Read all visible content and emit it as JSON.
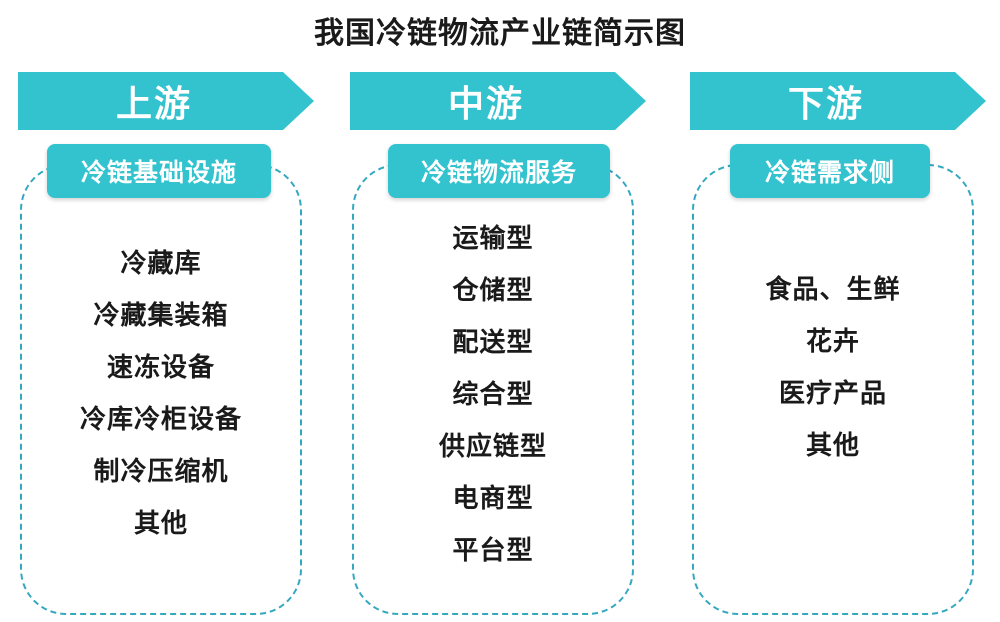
{
  "title": "我国冷链物流产业链简示图",
  "colors": {
    "accent": "#33c3cf",
    "dashed_border": "#33a8bf",
    "text": "#1a1a1a"
  },
  "columns": [
    {
      "header": "上游",
      "category": "冷链基础设施",
      "items": [
        "冷藏库",
        "冷藏集装箱",
        "速冻设备",
        "冷库冷柜设备",
        "制冷压缩机",
        "其他"
      ]
    },
    {
      "header": "中游",
      "category": "冷链物流服务",
      "items": [
        "运输型",
        "仓储型",
        "配送型",
        "综合型",
        "供应链型",
        "电商型",
        "平台型"
      ]
    },
    {
      "header": "下游",
      "category": "冷链需求侧",
      "items": [
        "食品、生鲜",
        "花卉",
        "医疗产品",
        "其他"
      ]
    }
  ]
}
